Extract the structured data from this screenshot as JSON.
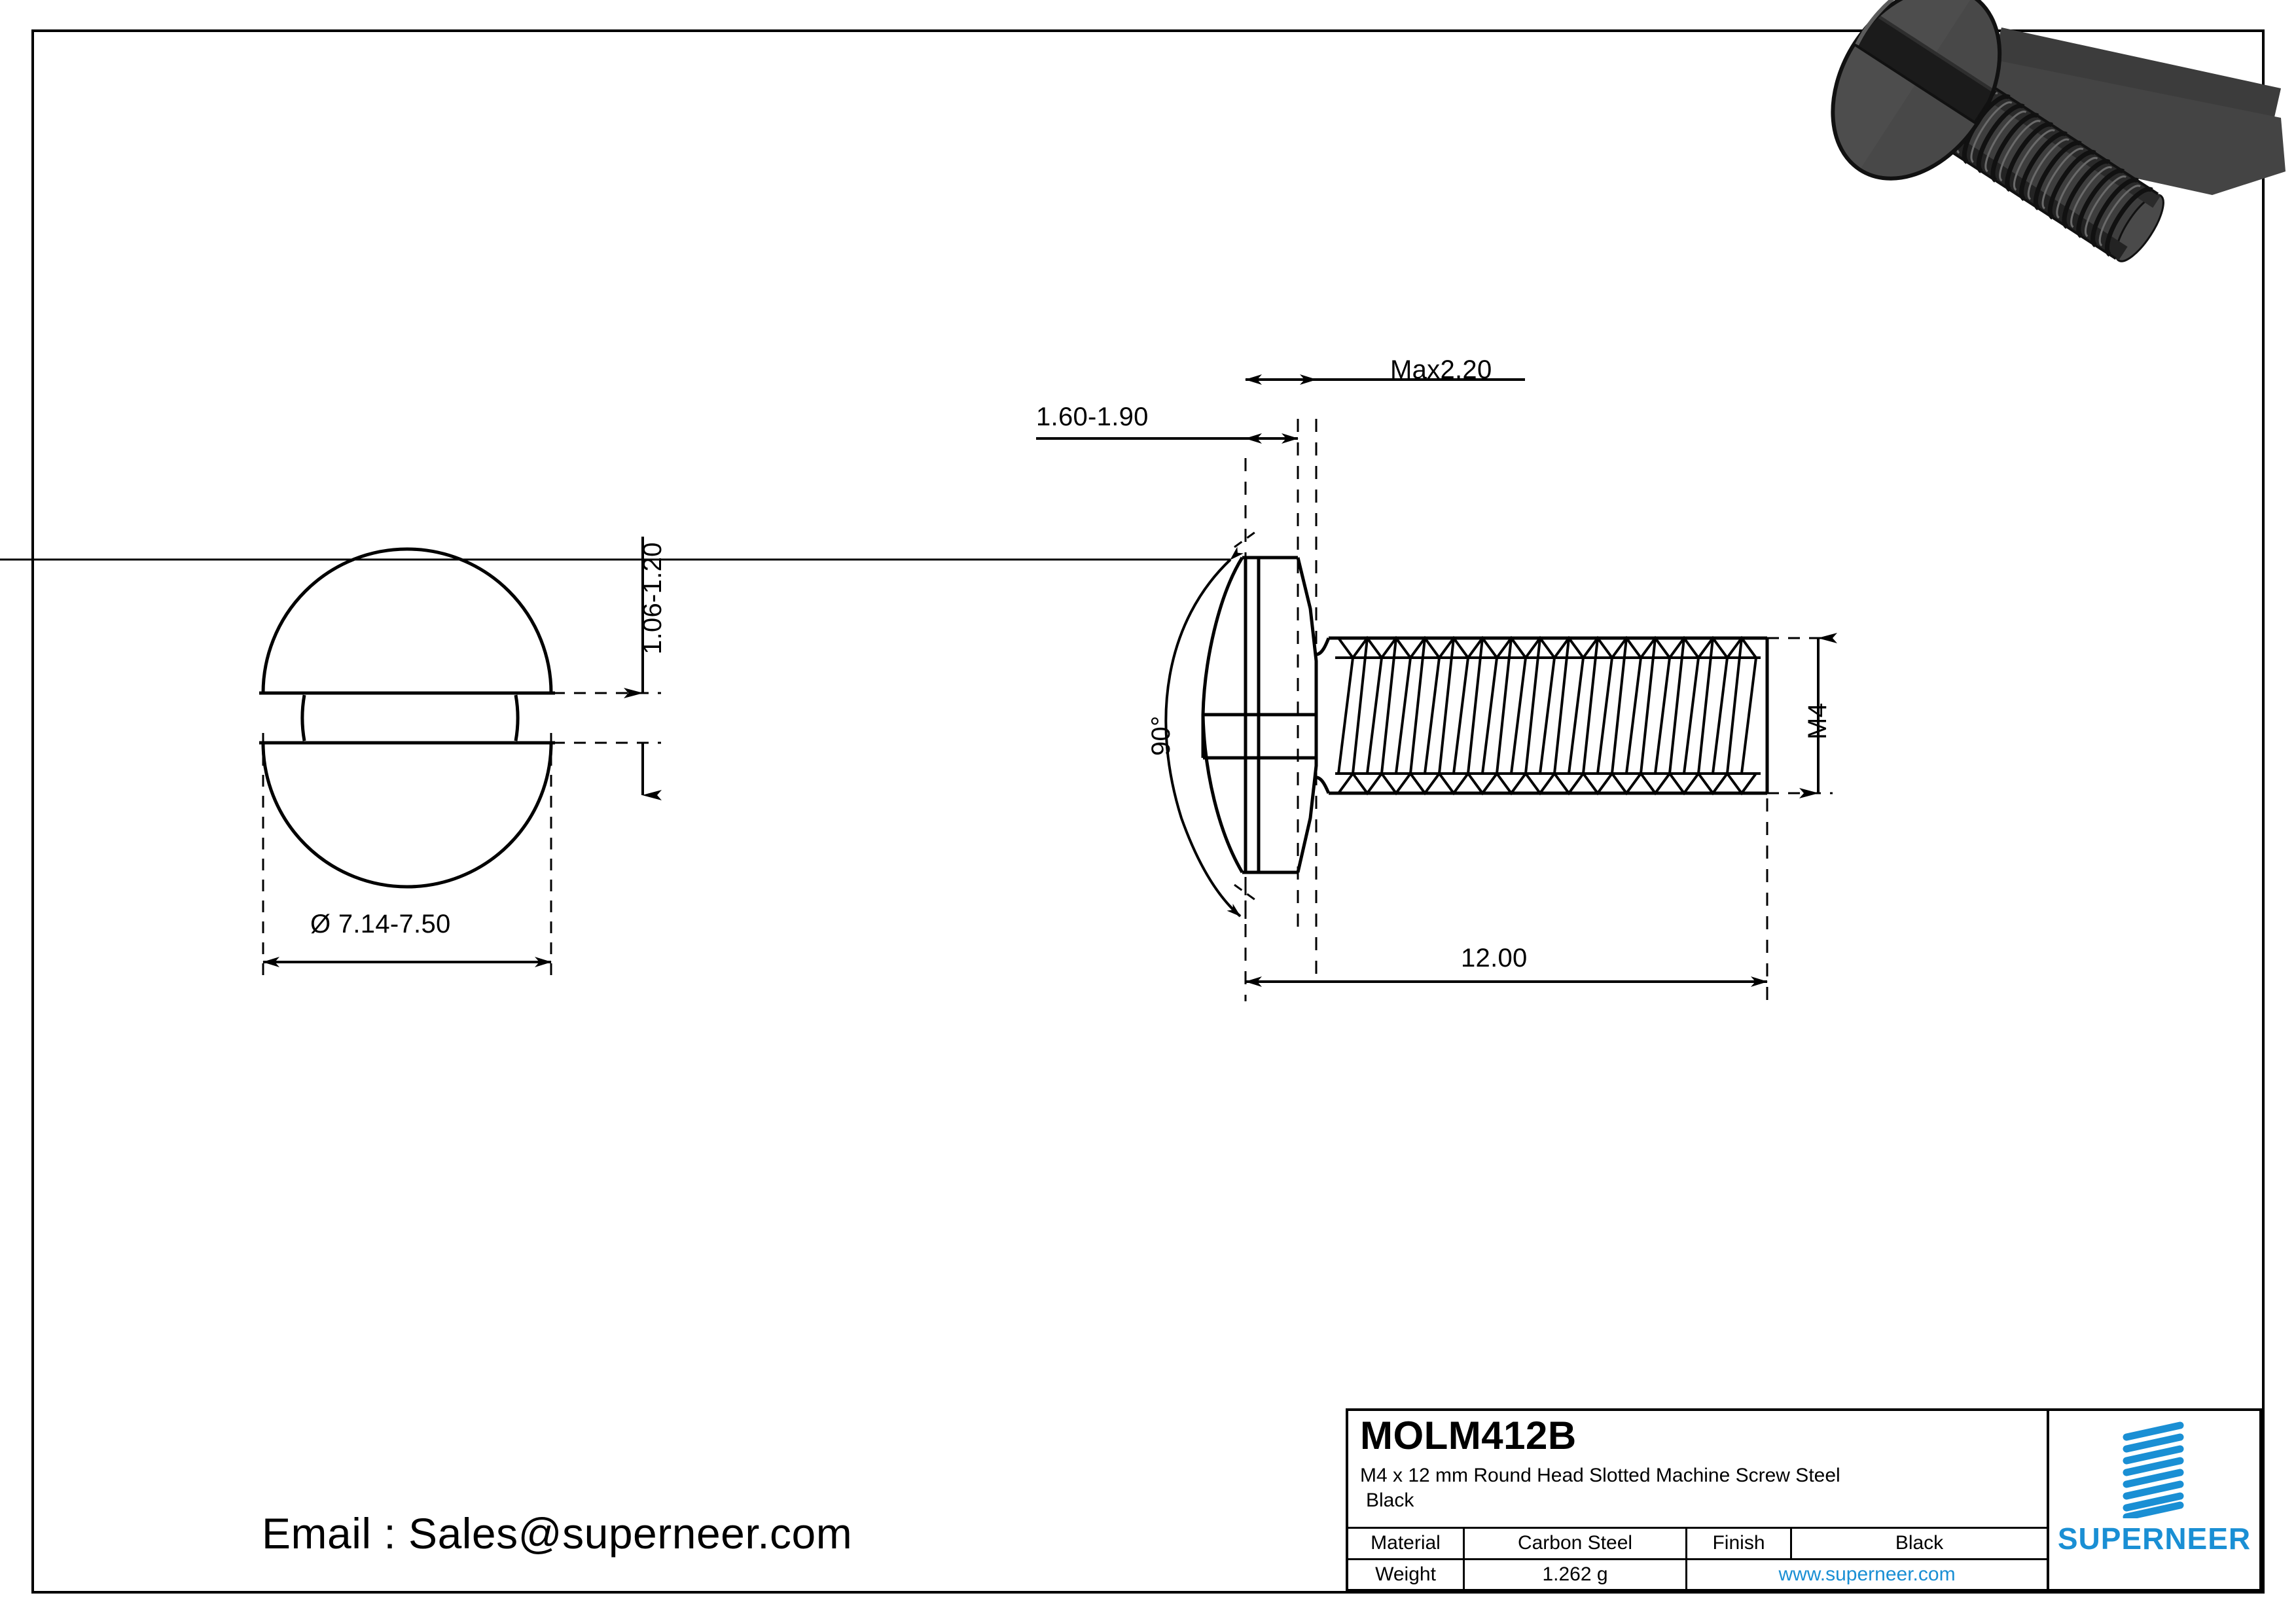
{
  "drawing": {
    "title_part_number": "MOLM412B",
    "description_line1": "M4 x 12 mm Round Head Slotted Machine Screw Steel",
    "description_line2": "Black",
    "email_label": "Email : Sales@superneer.com",
    "brand": "SUPERNEER",
    "website": "www.superneer.com",
    "accent_color": "#1a8fd4",
    "line_color": "#000000",
    "render_body_color": "#4a4a4a",
    "render_dark_color": "#1c1c1c"
  },
  "title_block": {
    "material_label": "Material",
    "material_value": "Carbon Steel",
    "finish_label": "Finish",
    "finish_value": "Black",
    "weight_label": "Weight",
    "weight_value": "1.262 g"
  },
  "dimensions": {
    "head_diameter": "Ø 7.14-7.50",
    "slot_width": "1.06-1.20",
    "slot_depth": "1.60-1.90",
    "head_height": "Max2.20",
    "head_angle": "90°",
    "thread_size": "M4",
    "length": "12.00"
  },
  "views": {
    "front_view_name": "front-end-view",
    "side_view_name": "side-section-view",
    "iso_view_name": "isometric-render"
  }
}
